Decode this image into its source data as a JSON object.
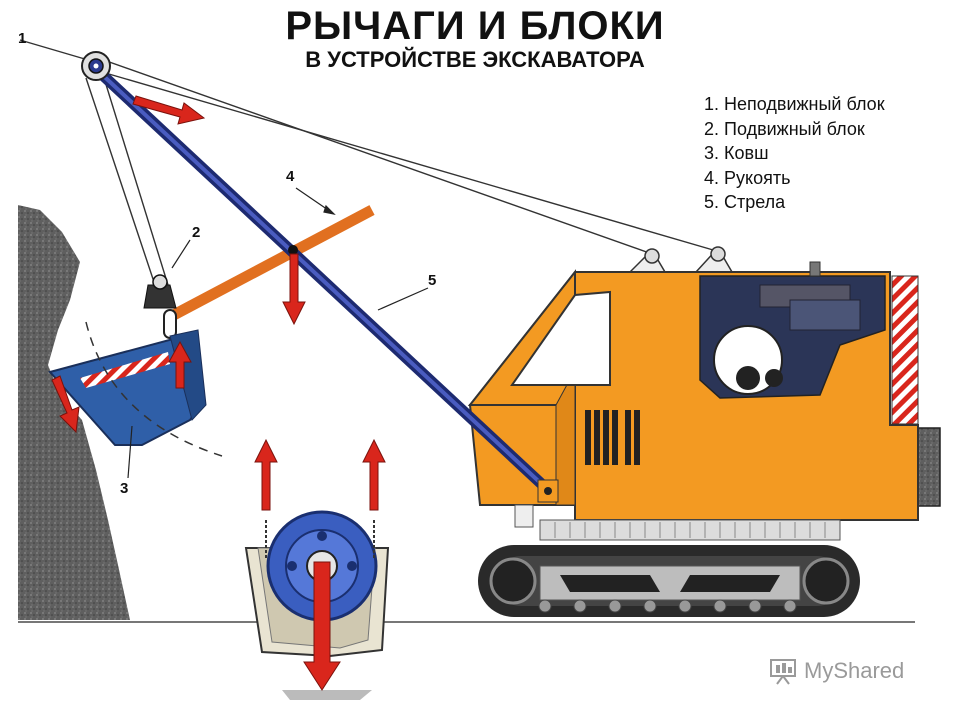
{
  "title": "РЫЧАГИ И БЛОКИ",
  "subtitle": "В УСТРОЙСТВЕ ЭКСКАВАТОРА",
  "legend": [
    "1. Неподвижный блок",
    "2. Подвижный блок",
    "3. Ковш",
    "4. Рукоять",
    "5. Стрела"
  ],
  "callouts": {
    "c1": "1",
    "c2": "2",
    "c3": "3",
    "c4": "4",
    "c5": "5"
  },
  "watermark": "MyShared",
  "colors": {
    "body": "#f39a22",
    "boom": "#2b3a8f",
    "handle": "#f07a24",
    "bucket": "#2f5fa8",
    "arrow": "#d9261c",
    "rock": "#6a6a6a"
  }
}
